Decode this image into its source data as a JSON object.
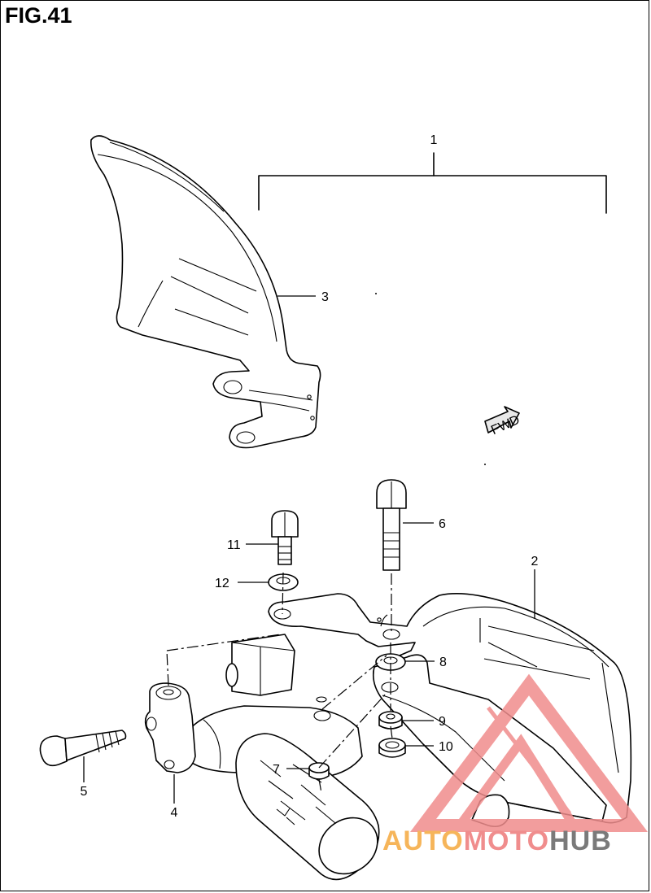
{
  "figure": {
    "title": "FIG.41"
  },
  "callouts": [
    {
      "id": "1",
      "label": "1"
    },
    {
      "id": "2",
      "label": "2"
    },
    {
      "id": "3",
      "label": "3"
    },
    {
      "id": "4",
      "label": "4"
    },
    {
      "id": "5",
      "label": "5"
    },
    {
      "id": "6",
      "label": "6"
    },
    {
      "id": "7",
      "label": "7"
    },
    {
      "id": "8",
      "label": "8"
    },
    {
      "id": "9",
      "label": "9"
    },
    {
      "id": "10",
      "label": "10"
    },
    {
      "id": "11",
      "label": "11"
    },
    {
      "id": "12",
      "label": "12"
    }
  ],
  "fwd_marker": {
    "label": "FWD"
  },
  "watermark": {
    "part1": "AUTO",
    "part2": "MOTO",
    "part3": "HUB",
    "colors": {
      "part1": "#f6b55a",
      "part2": "#f08d8d",
      "part3": "#7a7a7a",
      "logo": "#f08d8d"
    }
  }
}
